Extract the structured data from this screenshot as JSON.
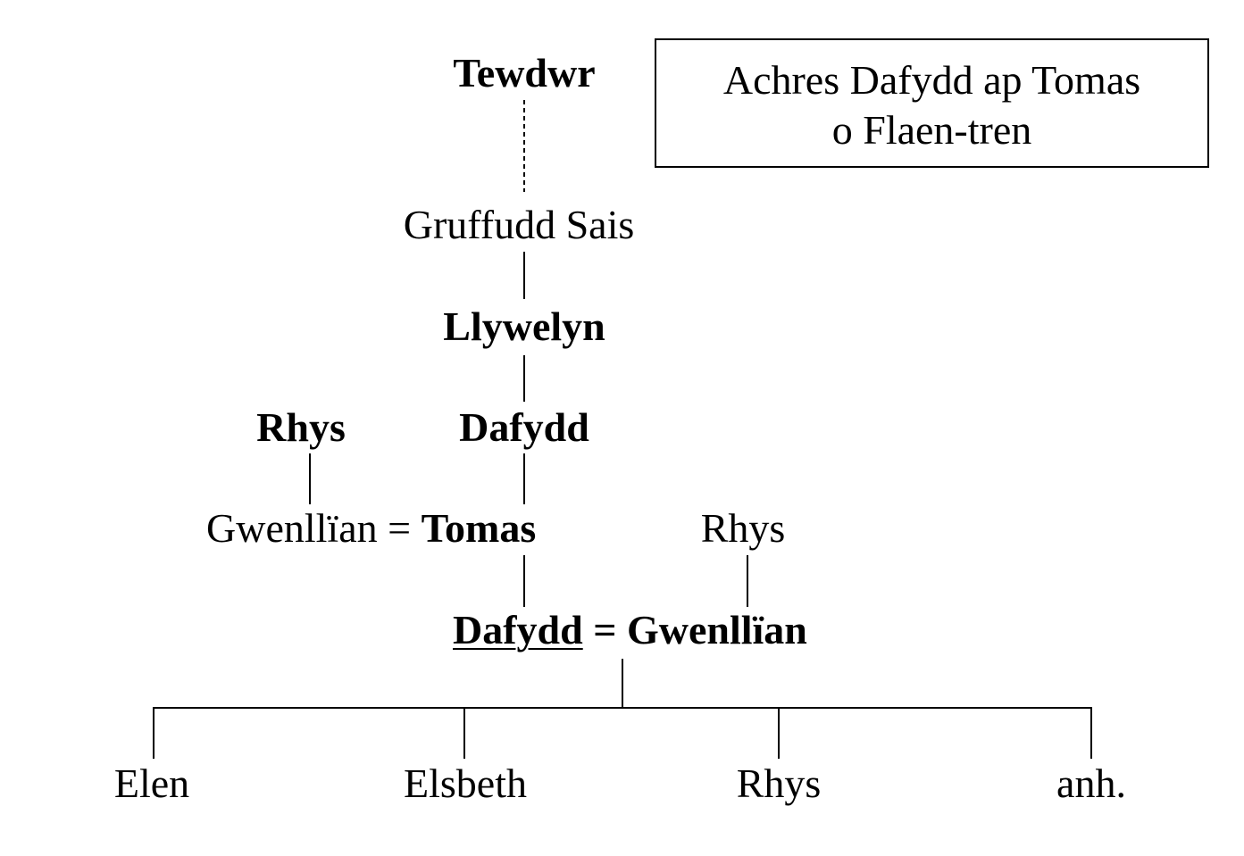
{
  "title_box": {
    "line1": "Achres Dafydd ap Tomas",
    "line2": "o Flaen-tren"
  },
  "people": {
    "tewdwr": "Tewdwr",
    "gruffudd": "Gruffudd Sais",
    "llywelyn": "Llywelyn",
    "rhys_father_of_wife1": "Rhys",
    "dafydd_gen4": "Dafydd",
    "gwenllian_wife1": "Gwenllïan",
    "eq1": "=",
    "tomas": "Tomas",
    "rhys_father_of_wife2": "Rhys",
    "dafydd_subject": "Dafydd",
    "eq2": "=",
    "gwenllian_wife2": "Gwenllïan"
  },
  "children": [
    "Elen",
    "Elsbeth",
    "Rhys",
    "anh."
  ]
}
